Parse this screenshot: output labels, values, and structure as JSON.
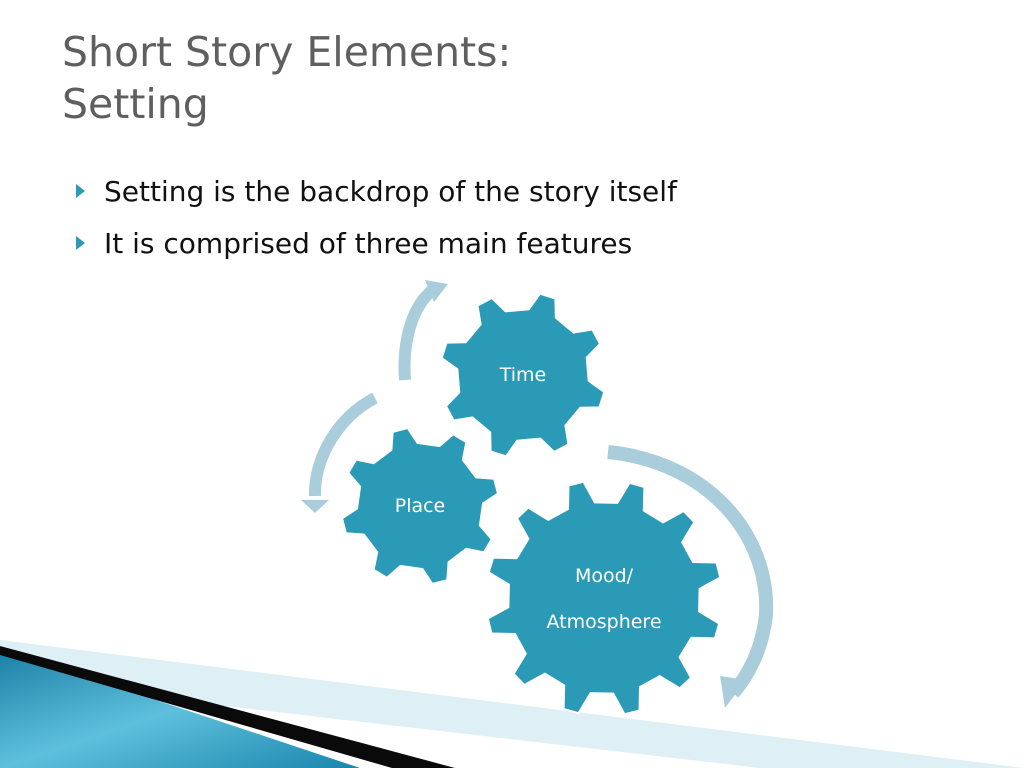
{
  "slide": {
    "title_lines": [
      "Short Story Elements:",
      "Setting"
    ],
    "bullets": [
      "Setting is the backdrop of the story itself",
      "It is comprised of three main features"
    ]
  },
  "diagram": {
    "gears": [
      {
        "id": "time",
        "lines": [
          "Time"
        ]
      },
      {
        "id": "place",
        "lines": [
          "Place"
        ]
      },
      {
        "id": "mood",
        "lines": [
          "Mood/",
          "Atmosphere"
        ]
      }
    ],
    "colors": {
      "gear_fill": "#2b9ab6",
      "gear_stroke": "#ffffff",
      "arrow": "#aacddc",
      "footer_dark": "#0a0a0a",
      "footer_blue": "#1f88ad",
      "footer_light": "#d9ecf4"
    },
    "icons": {
      "bullet": "triangle-right-icon",
      "arrow": "curved-arrow-icon",
      "gear": "gear-icon"
    }
  }
}
